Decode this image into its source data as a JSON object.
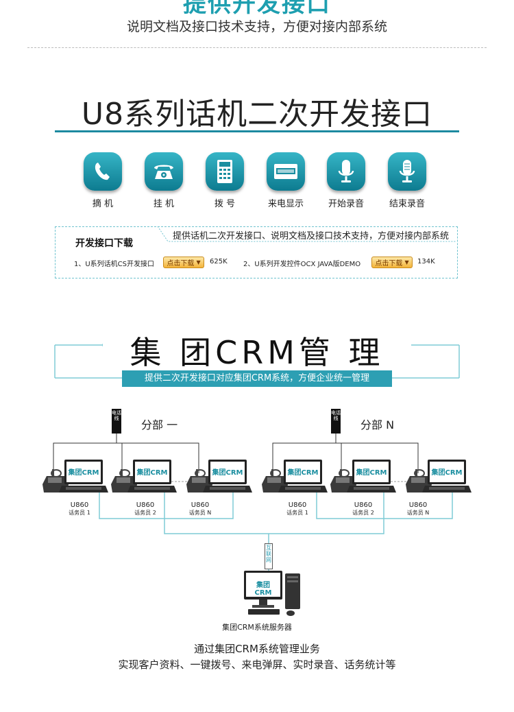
{
  "top": {
    "title": "提供开发接口",
    "subtitle": "说明文档及接口技术支持，方便对接内部系统"
  },
  "dev_section": {
    "title": "U8系列话机二次开发接口",
    "icons": [
      {
        "label": "摘 机",
        "icon": "handset-icon"
      },
      {
        "label": "挂 机",
        "icon": "rotary-phone-icon"
      },
      {
        "label": "拨 号",
        "icon": "keypad-icon"
      },
      {
        "label": "来电显示",
        "icon": "caller-id-icon"
      },
      {
        "label": "开始录音",
        "icon": "microphone-icon"
      },
      {
        "label": "结束录音",
        "icon": "microphone-off-icon"
      }
    ],
    "download": {
      "title": "开发接口下载",
      "description": "提供话机二次开发接口、说明文档及接口技术支持，方便对接内部系统",
      "items": [
        {
          "label": "1、U系列话机CS开发接口",
          "button": "点击下载",
          "size": "625K"
        },
        {
          "label": "2、U系列开发控件OCX JAVA版DEMO",
          "button": "点击下载",
          "size": "134K"
        }
      ]
    }
  },
  "crm_section": {
    "title": "集 团CRM管 理",
    "banner": "提供二次开发接口对应集团CRM系统，方便企业统一管理",
    "branches": [
      {
        "name": "分部 一",
        "cable": "电话线"
      },
      {
        "name": "分部 N",
        "cable": "电话线"
      }
    ],
    "laptop_screen_text": "集团CRM",
    "devices": [
      {
        "model": "U860",
        "role": "话务员 1"
      },
      {
        "model": "U860",
        "role": "话务员 2"
      },
      {
        "model": "U860",
        "role": "话务员 N"
      },
      {
        "model": "U860",
        "role": "话务员 1"
      },
      {
        "model": "U860",
        "role": "话务员 2"
      },
      {
        "model": "U860",
        "role": "话务员 N"
      }
    ],
    "network_label": "互联网",
    "server_screen_text": "集团CRM",
    "server_label": "集团CRM系统服务器",
    "summary_line1": "通过集团CRM系统管理业务",
    "summary_line2": "实现客户资料、一键拨号、来电弹屏、实时录音、话务统计等"
  },
  "colors": {
    "accent": "#1e9fb0",
    "banner": "#2d9fb3",
    "line": "#7fcbd6"
  }
}
